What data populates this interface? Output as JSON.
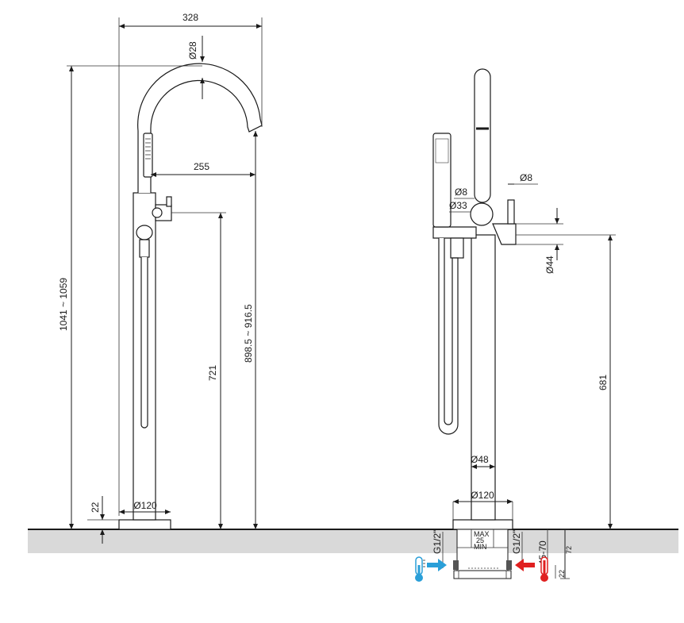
{
  "side_view": {
    "width_total": "328",
    "spout_diameter": "Ø28",
    "spout_reach": "255",
    "total_height": "1041 ~ 1059",
    "spout_height": "898.5 ~ 916.5",
    "handle_height": "721",
    "base_height": "22",
    "base_diameter": "Ø120"
  },
  "front_view": {
    "lever_diameter": "Ø8",
    "stem_diameter": "Ø8",
    "hub_diameter": "Ø33",
    "outlet_diameter": "Ø44",
    "outlet_height": "681",
    "column_diameter": "Ø48",
    "base_diameter": "Ø120"
  },
  "installation": {
    "max_label": "MAX",
    "depth_value": "25",
    "min_label": "MIN",
    "inlet_left": "G1/2\"",
    "inlet_right": "G1/2\"",
    "depth_range": "45-70",
    "box_height": "72",
    "box_offset": "22"
  },
  "colors": {
    "cold": "#2a9fd8",
    "hot": "#e02020",
    "floor": "#d9d9d9",
    "ink": "#1a1a1a"
  },
  "icons": [
    "thermometer-cold-icon",
    "thermometer-hot-icon",
    "arrow-right-icon",
    "arrow-left-icon"
  ]
}
